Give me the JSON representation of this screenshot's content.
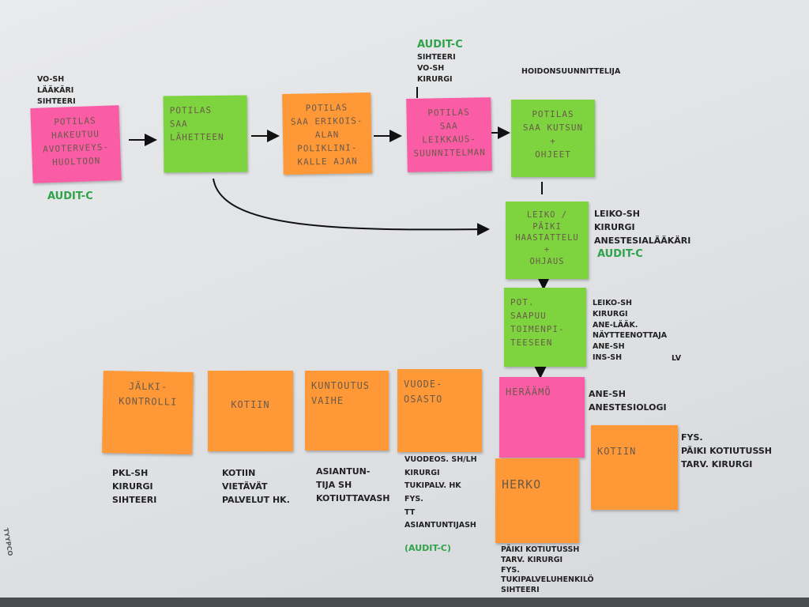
{
  "notes": {
    "hakeutuu": "Potilas\nhakeutuu\navoterveys-\nhuoltoon",
    "lahete": "Potilas\nsaa\nlähetteen",
    "erikois": "Potilas\nsaa erikois-\nalan poliklini-\nkalle ajan",
    "leikkaus": "Potilas\nsaa\nleikkaus-\nsuunnitelman",
    "kutsu": "Potilas\nsaa kutsun\n+\nohjeet",
    "leiko": "Leiko /\npäiki\nhaastattelu\n+\nohjaus",
    "saapuu": "Pot.\nsaapuu\ntoimenpi-\nteeseen",
    "heraamo": "Heräämö",
    "jalki": "Jälki-\nkontrolli",
    "kotiin1": "Kotiin",
    "kuntoutus": "Kuntoutus\nvaihe",
    "vuode": "Vuode-\nosasto",
    "herko": "Herko",
    "kotiin2": "Kotiin"
  },
  "labels": {
    "top_left": "VO-SH\nLääkäri\nSihteeri",
    "audit_top": "AUDIT-C",
    "top_mid": "Sihteeri\nVO-SH\nKirurgi",
    "hoidon": "Hoidonsuunnittelija",
    "audit_left": "AUDIT-C",
    "leiko_roles": "Leiko-SH\nKirurgi\nAnestesialääkäri",
    "audit_leiko": "AUDIT-C",
    "saapuu_roles": "Leiko-SH\nKirurgi\nAne-lääk.\nNäytteenottaja\nAne-SH\nINS-SH",
    "lv": "LV",
    "heraamo_roles": "Ane-SH\nAnestesiologi",
    "kotiin2_roles": "Fys.\nPäiki kotiutusSH\nTarv. kirurgi",
    "jalki_roles": "PKL-SH\nKirurgi\nSihteeri",
    "kotiin1_roles": "Kotiin\nvietävät\npalvelut HK.",
    "kuntoutus_roles": "Asiantun-\ntija SH\nKotiuttavaSH",
    "vuode_roles": "Vuodeos. SH/LH\nKirurgi\nTukipalv. HK\nFys.\nTT\nAsiantuntijaSH",
    "audit_vuode": "(AUDIT-C)",
    "herko_roles": "Päiki kotiutusSH\nTarv. kirurgi\nFys.\nTukipalveluhenkilö\nSihteeri",
    "edge_text": "TYYPCO"
  },
  "colors": {
    "pink": "#fb5ca6",
    "green": "#7ed43f",
    "orange": "#ff9837",
    "audit_green": "#2fa34a",
    "ink": "#222222"
  }
}
